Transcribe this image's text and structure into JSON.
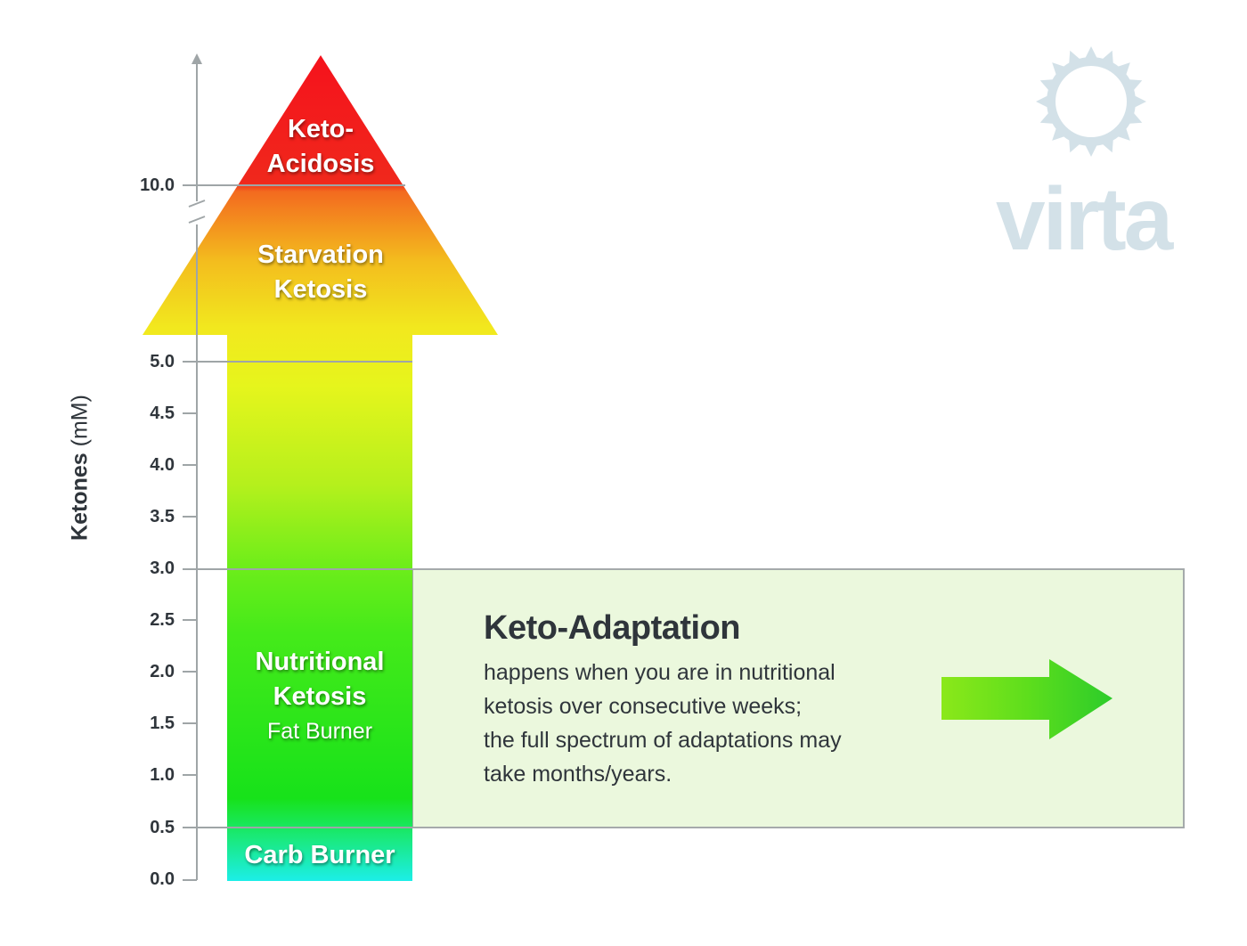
{
  "brand": {
    "logo_text": "virta",
    "logo_color": "#d3e1e8",
    "sun_icon": "sun-icon"
  },
  "axis": {
    "label_bold": "Ketones",
    "label_unit": " (mM)",
    "ticks": [
      "10.0",
      "5.0",
      "4.5",
      "4.0",
      "3.5",
      "3.0",
      "2.5",
      "2.0",
      "1.5",
      "1.0",
      "0.5",
      "0.0"
    ],
    "break_marker": "axis-break"
  },
  "zones": {
    "ketoacidosis": {
      "line1": "Keto-",
      "line2": "Acidosis",
      "color": "#f5121c"
    },
    "starvation": {
      "line1": "Starvation",
      "line2": "Ketosis",
      "color": "#f2e81e"
    },
    "nutritional": {
      "line1": "Nutritional",
      "line2": "Ketosis",
      "sub": "Fat Burner",
      "color": "#1ee41b"
    },
    "carb": {
      "line1": "Carb Burner",
      "color": "#1ceee8"
    }
  },
  "keto_adaptation": {
    "title": "Keto-Adaptation",
    "body": "happens when you are in nutritional\nketosis over consecutive weeks;\nthe full spectrum of adaptations may\ntake months/years.",
    "box_fill": "#ebf8dd",
    "arrow_icon": "right-arrow-icon"
  },
  "chart_data": {
    "type": "bar",
    "title": "",
    "xlabel": "",
    "ylabel": "Ketones (mM)",
    "ylim": [
      0,
      10
    ],
    "y_ticks": [
      0.0,
      0.5,
      1.0,
      1.5,
      2.0,
      2.5,
      3.0,
      3.5,
      4.0,
      4.5,
      5.0,
      10.0
    ],
    "axis_break_between": [
      5.0,
      10.0
    ],
    "bands": [
      {
        "name": "Carb Burner",
        "range": [
          0.0,
          0.5
        ],
        "color": "#1ceee8"
      },
      {
        "name": "Nutritional Ketosis (Fat Burner)",
        "range": [
          0.5,
          5.0
        ],
        "color": "#1ee41b"
      },
      {
        "name": "Starvation Ketosis",
        "range": [
          5.0,
          10.0
        ],
        "color": "#f2e81e"
      },
      {
        "name": "Keto-Acidosis",
        "range": [
          10.0,
          null
        ],
        "color": "#f5121c"
      }
    ],
    "annotations": [
      {
        "text": "Keto-Adaptation: happens when you are in nutritional ketosis over consecutive weeks; the full spectrum of adaptations may take months/years.",
        "range": [
          0.5,
          3.0
        ]
      }
    ],
    "grid": false
  }
}
